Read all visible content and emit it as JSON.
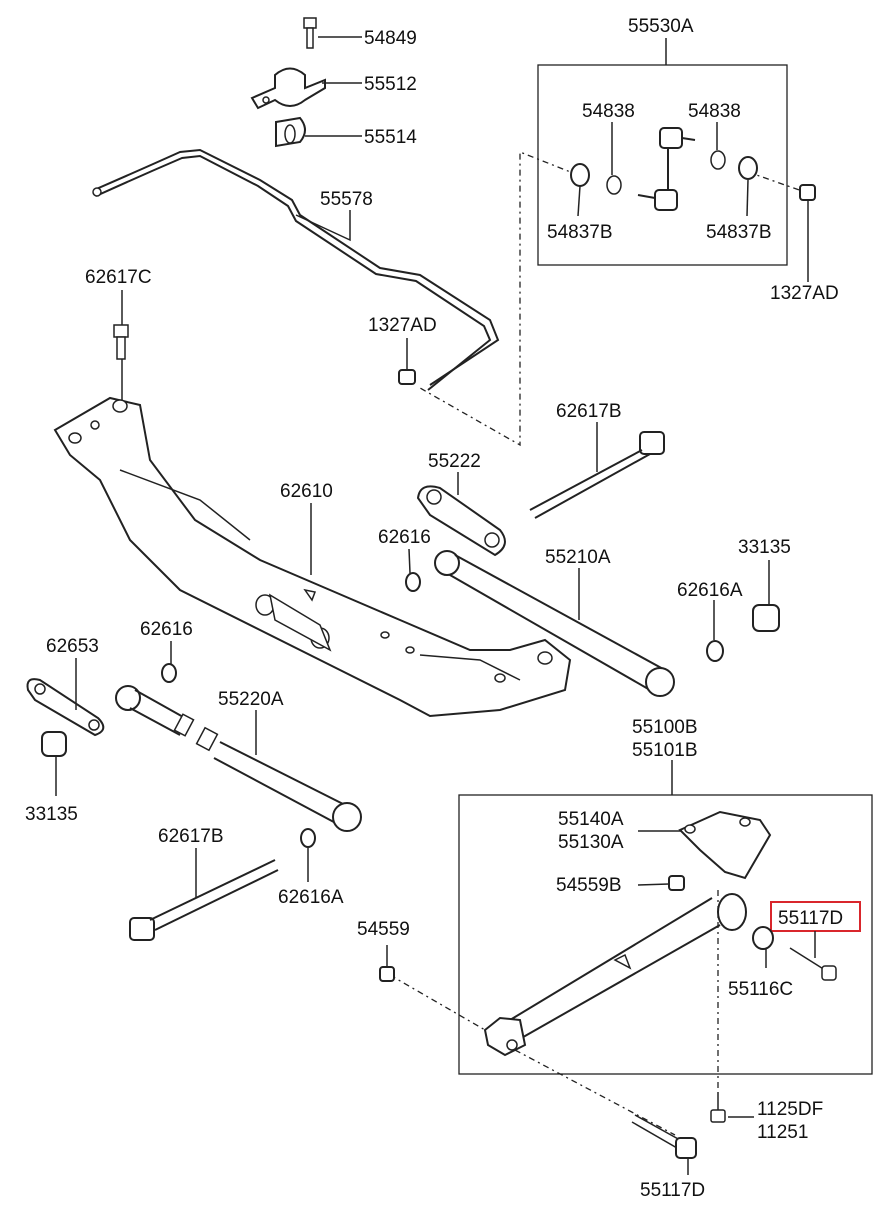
{
  "labels": {
    "l54849": "54849",
    "l55512": "55512",
    "l55514": "55514",
    "l55578": "55578",
    "l55530A": "55530A",
    "l54838a": "54838",
    "l54838b": "54838",
    "l54837Ba": "54837B",
    "l54837Bb": "54837B",
    "l1327ADa": "1327AD",
    "l1327ADb": "1327AD",
    "l62617Ca": "62617C",
    "l62617Ba": "62617B",
    "l55222": "55222",
    "l62610": "62610",
    "l62616a": "62616",
    "l55210A": "55210A",
    "l33135a": "33135",
    "l62616Aa": "62616A",
    "l62653": "62653",
    "l62616b": "62616",
    "l55220A": "55220A",
    "l33135b": "33135",
    "l62617Bb": "62617B",
    "l62616Ab": "62616A",
    "l55100B": "55100B",
    "l55101B": "55101B",
    "l55140A": "55140A",
    "l55130A": "55130A",
    "l54559B": "54559B",
    "l55117Da": "55117D",
    "l55116C": "55116C",
    "l54559": "54559",
    "l1125DF": "1125DF",
    "l11251": "11251",
    "l55117Db": "55117D"
  },
  "highlight": {
    "part": "55117D",
    "color": "#d9262c"
  }
}
